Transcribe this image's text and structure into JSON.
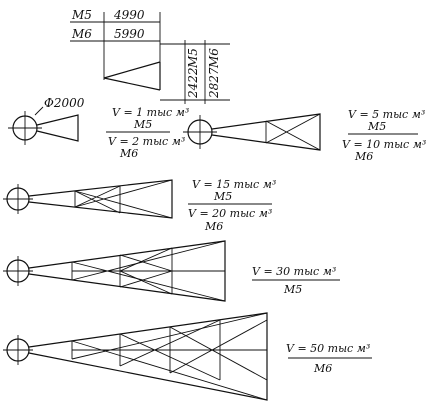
{
  "dimensions": {
    "m5_label": "M5",
    "m6_label": "M6",
    "length_m5": "4990",
    "length_m6": "5990",
    "width_m5": "2422",
    "width_m6": "2827",
    "circle_diameter": "Φ2000"
  },
  "variants": [
    {
      "volume_top": "V = 1 тыс м³",
      "model_top": "M5",
      "volume_bottom": "V = 2 тыс м³",
      "model_bottom": "M6"
    },
    {
      "volume_top": "V = 5 тыс м³",
      "model_top": "M5",
      "volume_bottom": "V = 10 тыс м³",
      "model_bottom": "M6"
    },
    {
      "volume_top": "V = 15 тыс м³",
      "model_top": "M5",
      "volume_bottom": "V = 20 тыс м³",
      "model_bottom": "M6"
    },
    {
      "volume_top": "V = 30 тыс м³",
      "model_top": "M5"
    },
    {
      "volume_top": "V = 50 тыс м³",
      "model_top": "M6"
    }
  ]
}
